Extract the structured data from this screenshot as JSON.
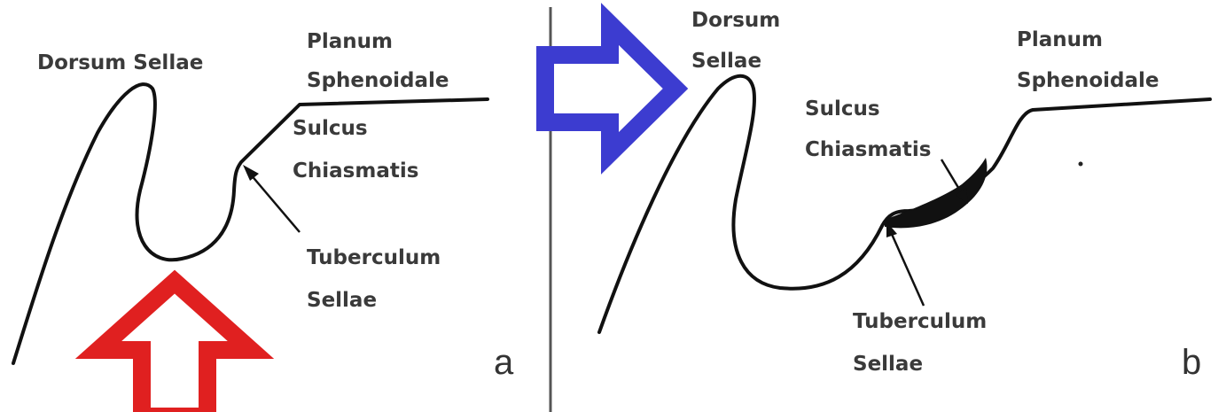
{
  "panel_a": {
    "letter": "a",
    "labels": {
      "dorsum_sellae": "Dorsum Sellae",
      "planum_line1": "Planum",
      "planum_line2": "Sphenoidale",
      "sulcus_line1": "Sulcus",
      "sulcus_line2": "Chiasmatis",
      "tuberculum_line1": "Tuberculum",
      "tuberculum_line2": "Sellae"
    },
    "arrow_color": "#e02020"
  },
  "panel_b": {
    "letter": "b",
    "labels": {
      "dorsum_line1": "Dorsum",
      "dorsum_line2": "Sellae",
      "planum_line1": "Planum",
      "planum_line2": "Sphenoidale",
      "sulcus_line1": "Sulcus",
      "sulcus_line2": "Chiasmatis",
      "tuberculum_line1": "Tuberculum",
      "tuberculum_line2": "Sellae"
    },
    "arrow_color": "#3c3cd0"
  },
  "colors": {
    "line": "#111111",
    "divider": "#555555",
    "text": "#3a3a3a"
  }
}
